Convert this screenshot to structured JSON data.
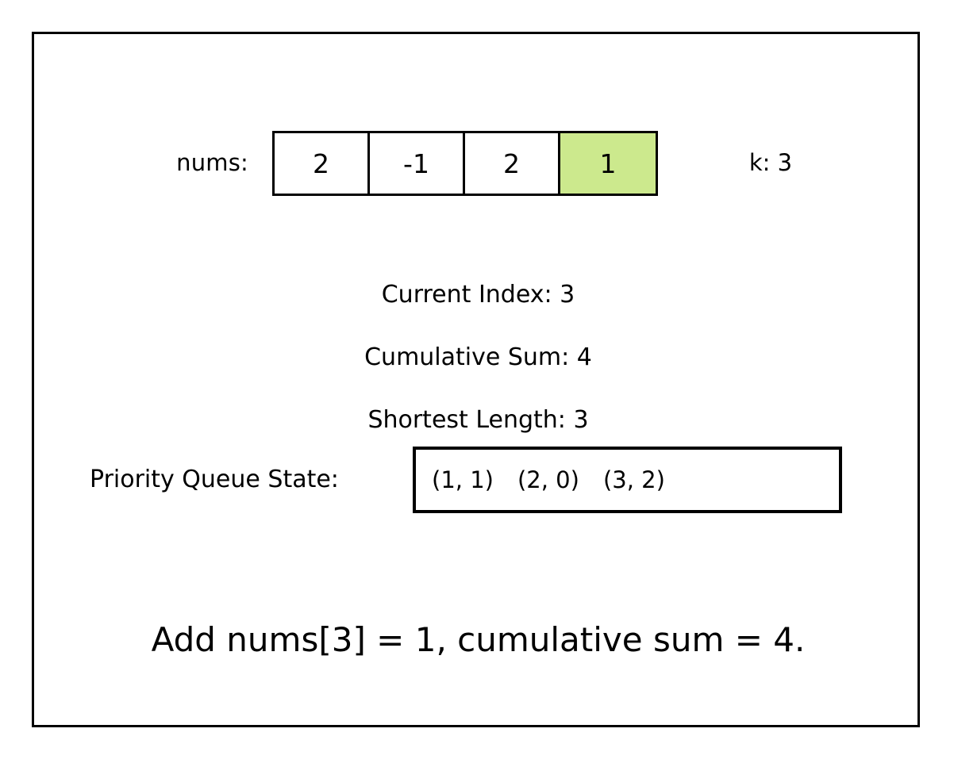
{
  "slide": {
    "border_color": "#000000",
    "background_color": "#ffffff"
  },
  "array_section": {
    "label": "nums:",
    "cells": [
      {
        "value": "2",
        "highlighted": false
      },
      {
        "value": "-1",
        "highlighted": false
      },
      {
        "value": "2",
        "highlighted": false
      },
      {
        "value": "1",
        "highlighted": true
      }
    ],
    "highlight_color": "#cce98d",
    "k_label": "k: 3"
  },
  "stats": {
    "current_index": "Current Index: 3",
    "cumulative_sum": "Cumulative Sum: 4",
    "shortest_length": "Shortest Length: 3"
  },
  "priority_queue": {
    "label": "Priority Queue State:",
    "entries": [
      "(1, 1)",
      "(2, 0)",
      "(3, 2)"
    ]
  },
  "caption": {
    "text": "Add nums[3] = 1, cumulative sum = 4."
  }
}
